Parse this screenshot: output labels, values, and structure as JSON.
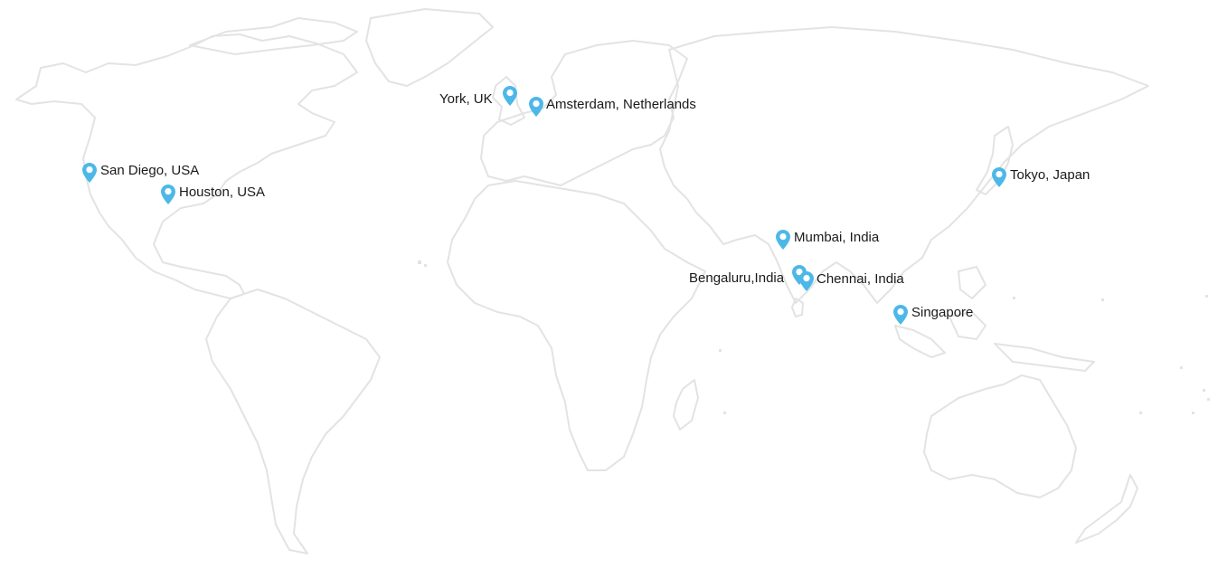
{
  "map": {
    "pin_color": "#4db8e8",
    "land_outline_color": "#e3e3e3",
    "locations": [
      {
        "id": "san-diego",
        "label": "San Diego, USA",
        "icon": "map-pin-icon"
      },
      {
        "id": "houston",
        "label": "Houston, USA",
        "icon": "map-pin-icon"
      },
      {
        "id": "york",
        "label": "York, UK",
        "icon": "map-pin-icon"
      },
      {
        "id": "amsterdam",
        "label": "Amsterdam, Netherlands",
        "icon": "map-pin-icon"
      },
      {
        "id": "tokyo",
        "label": "Tokyo, Japan",
        "icon": "map-pin-icon"
      },
      {
        "id": "mumbai",
        "label": "Mumbai, India",
        "icon": "map-pin-icon"
      },
      {
        "id": "bengaluru",
        "label": "Bengaluru,India",
        "icon": "map-pin-icon"
      },
      {
        "id": "chennai",
        "label": "Chennai, India",
        "icon": "map-pin-icon"
      },
      {
        "id": "singapore",
        "label": "Singapore",
        "icon": "map-pin-icon"
      }
    ]
  }
}
